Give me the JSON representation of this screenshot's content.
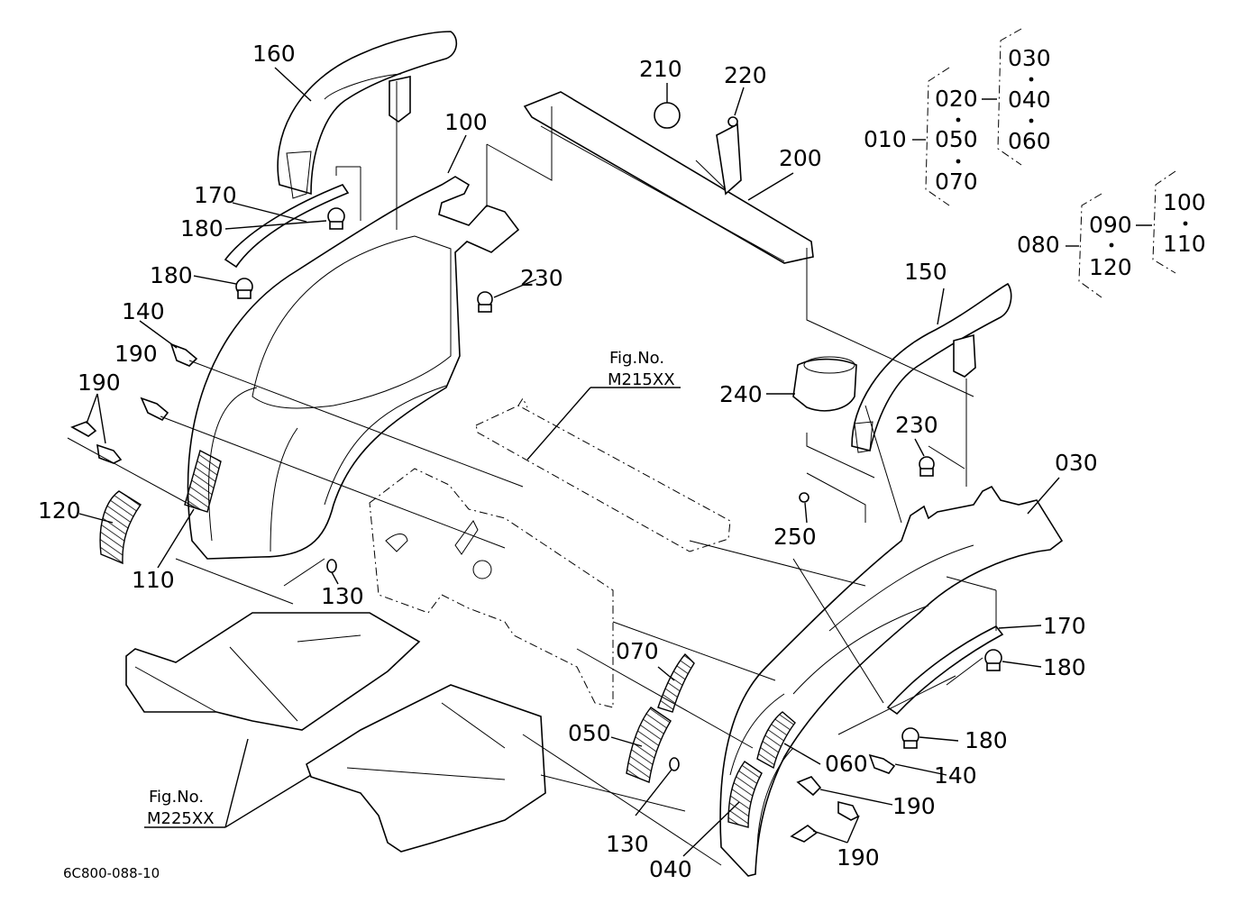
{
  "callouts": {
    "p160": "160",
    "p100": "100",
    "p170a": "170",
    "p180a": "180",
    "p180b": "180",
    "p140a": "140",
    "p190a": "190",
    "p190b": "190",
    "p120": "120",
    "p110": "110",
    "p130a": "130",
    "p230a": "230",
    "p210": "210",
    "p220": "220",
    "p200": "200",
    "p150": "150",
    "p240": "240",
    "p230b": "230",
    "p250": "250",
    "p030": "030",
    "p170b": "170",
    "p180c": "180",
    "p180d": "180",
    "p140b": "140",
    "p190c": "190",
    "p190d": "190",
    "p060": "060",
    "p070": "070",
    "p050": "050",
    "p130b": "130",
    "p040": "040"
  },
  "fig_refs": {
    "m215_line1": "Fig.No.",
    "m215_line2": "M215XX",
    "m225_line1": "Fig.No.",
    "m225_line2": "M225XX"
  },
  "assembly_tree_1": {
    "root": "010",
    "middle": [
      "020",
      "050",
      "070"
    ],
    "right": [
      "030",
      "040",
      "060"
    ]
  },
  "assembly_tree_2": {
    "root": "080",
    "middle": [
      "090",
      "120"
    ],
    "right": [
      "100",
      "110"
    ]
  },
  "drawing_code": "6C800-088-10"
}
